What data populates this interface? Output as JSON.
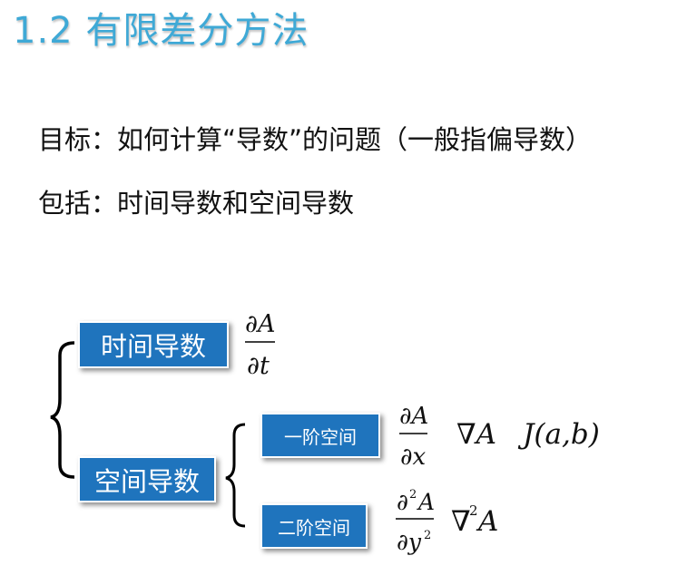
{
  "title": "1.2 有限差分方法",
  "lines": {
    "goal": "目标：如何计算“导数”的问题（一般指偏导数）",
    "include": "包括：时间导数和空间导数"
  },
  "boxes": {
    "time_derivative": "时间导数",
    "space_derivative": "空间导数",
    "first_order_space": "一阶空间",
    "second_order_space": "二阶空间"
  },
  "formulas": {
    "time_num": "∂A",
    "time_den": "∂t",
    "first_num": "∂A",
    "first_den": "∂x",
    "gradient": "∇A",
    "jacobian": "J(a,b)",
    "second_num_d": "∂",
    "second_num_exp": "2",
    "second_num_var": "A",
    "second_den_d": "∂y",
    "second_den_exp": "2",
    "laplacian_nabla": "∇",
    "laplacian_exp": "2",
    "laplacian_var": "A"
  },
  "colors": {
    "title": "#3fa9d6",
    "box": "#1f74bd"
  }
}
